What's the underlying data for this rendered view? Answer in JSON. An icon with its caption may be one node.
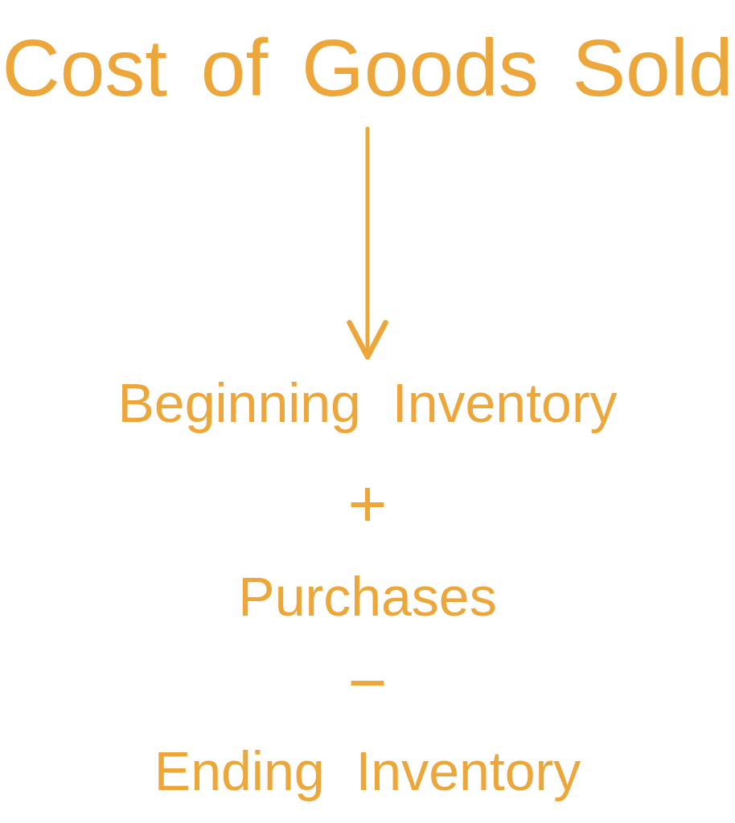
{
  "diagram": {
    "nodes": [
      {
        "text": [
          "Cost of Goods Sold"
        ]
      },
      {
        "text": [
          "Beginning Inventory",
          "+",
          "Purchases",
          "−",
          "Ending Inventory"
        ]
      }
    ],
    "edges": [
      {
        "from": 0,
        "to": 1,
        "arrow": "to"
      }
    ]
  }
}
